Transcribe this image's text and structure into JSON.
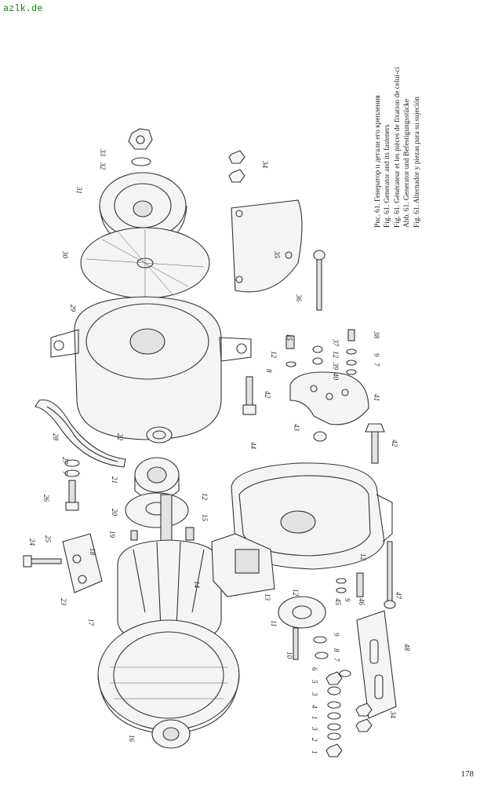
{
  "site_label": "azlk.de",
  "caption": [
    "Рис. 61. Генератор и детали его крепления",
    "Fig. 61. Generator and its fasteners",
    "Fig. 61. Générateur et les pièces de fixation de celui-ci",
    "Abb. 61. Generator und Befestigungsstücke",
    "Fig. 61. Alternador y piezas para su sujeción"
  ],
  "page_number": "178",
  "callouts": {
    "c1": "1",
    "c2": "2",
    "c3": "3",
    "c4": "4",
    "c5": "5",
    "c6": "6",
    "c7": "7",
    "c7b": "7",
    "c7c": "7",
    "c8": "8",
    "c9": "9",
    "c9b": "9",
    "c9c": "9",
    "c10": "10",
    "c11": "11",
    "c12": "12",
    "c12b": "12",
    "c12c": "12",
    "c12d": "12",
    "c12e": "12",
    "c13": "13",
    "c14": "14",
    "c15": "15",
    "c15b": "15",
    "c16": "16",
    "c17": "17",
    "c18": "18",
    "c19": "19",
    "c20": "20",
    "c21": "21",
    "c22": "22",
    "c23": "23",
    "c24": "24",
    "c25": "25",
    "c26": "26",
    "c27": "27",
    "c28": "28",
    "c29": "29",
    "c30": "30",
    "c31": "31",
    "c32": "32",
    "c33": "33",
    "c34": "34",
    "c34b": "34",
    "c35": "35",
    "c36": "36",
    "c37": "37",
    "c38": "38",
    "c39": "39",
    "c40": "40",
    "c41": "41",
    "c42": "42",
    "c42b": "42",
    "c43": "43",
    "c44": "44",
    "c45": "45",
    "c46": "46",
    "c47": "47",
    "c48": "48",
    "c3b": "3",
    "c1b": "1",
    "c8b": "8"
  }
}
